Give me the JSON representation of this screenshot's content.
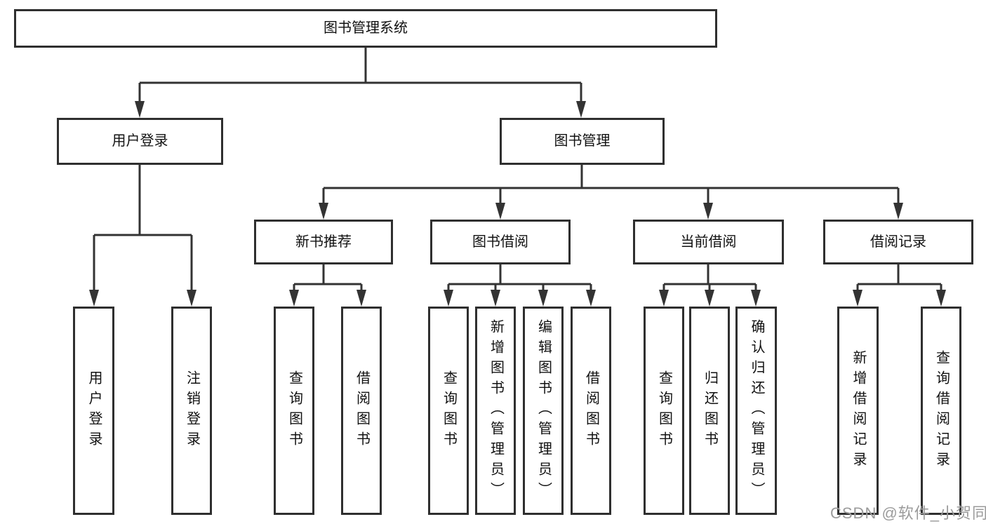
{
  "tree": {
    "label": "图书管理系统",
    "children": [
      {
        "label": "用户登录",
        "children": [
          {
            "label": "用户登录"
          },
          {
            "label": "注销登录"
          }
        ]
      },
      {
        "label": "图书管理",
        "children": [
          {
            "label": "新书推荐",
            "children": [
              {
                "label": "查询图书"
              },
              {
                "label": "借阅图书"
              }
            ]
          },
          {
            "label": "图书借阅",
            "children": [
              {
                "label": "查询图书"
              },
              {
                "label": "新增图书（管理员）"
              },
              {
                "label": "编辑图书（管理员）"
              },
              {
                "label": "借阅图书"
              }
            ]
          },
          {
            "label": "当前借阅",
            "children": [
              {
                "label": "查询图书"
              },
              {
                "label": "归还图书"
              },
              {
                "label": "确认归还（管理员）"
              }
            ]
          },
          {
            "label": "借阅记录",
            "children": [
              {
                "label": "新增借阅记录"
              },
              {
                "label": "查询借阅记录"
              }
            ]
          }
        ]
      }
    ]
  },
  "watermark": {
    "text": "CSDN @软件_小贺同学"
  },
  "colors": {
    "line": "#333333",
    "border": "#2f2f2f",
    "text": "#111111",
    "background": "#ffffff",
    "watermark": "#9b9b9b"
  }
}
